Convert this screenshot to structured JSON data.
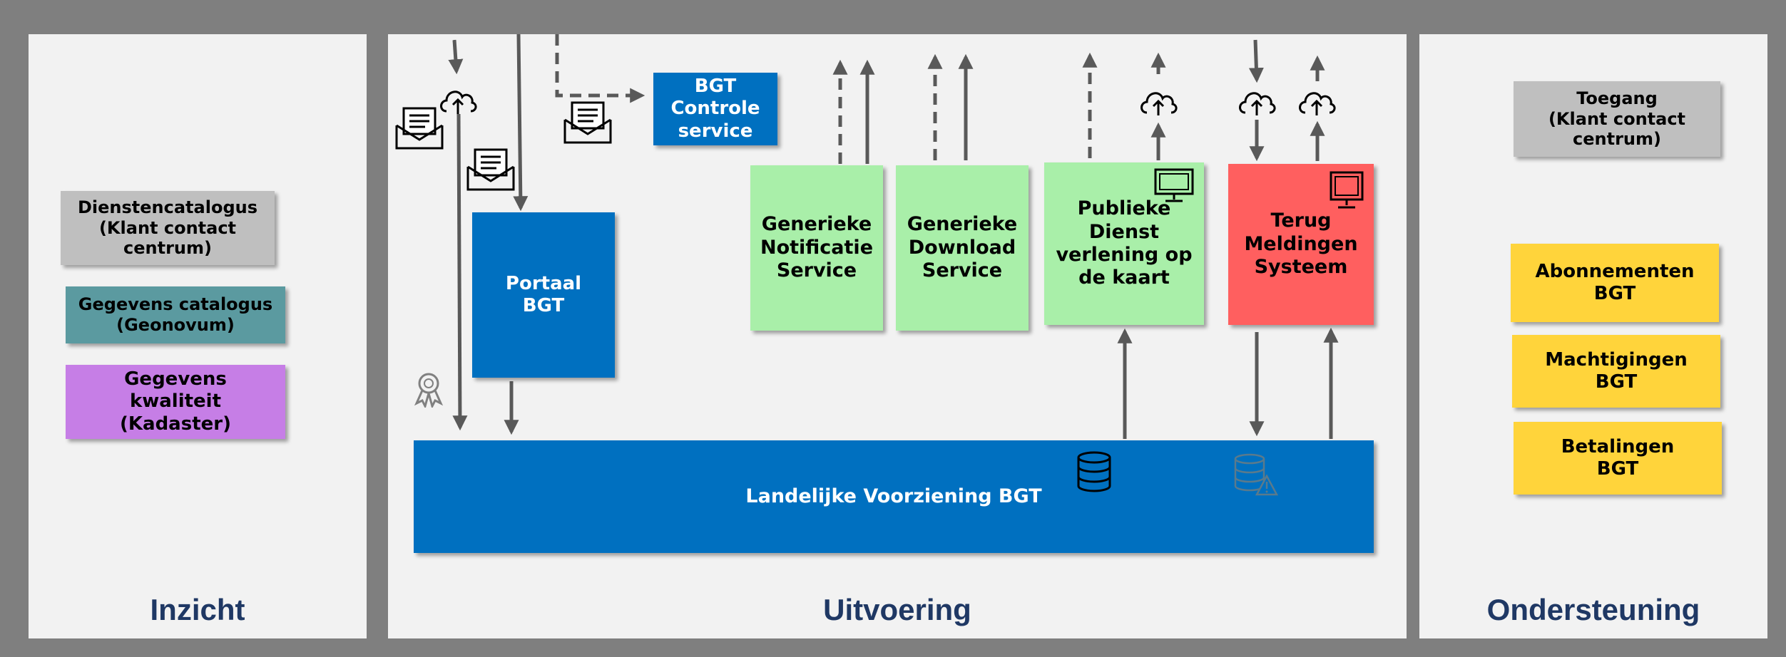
{
  "panels": {
    "inzicht": "Inzicht",
    "uitvoering": "Uitvoering",
    "ondersteuning": "Ondersteuning"
  },
  "inzicht": {
    "dienstencatalogus": "Dienstencatalogus\n(Klant contact\ncentrum)",
    "gegevens_catalogus": "Gegevens catalogus\n(Geonovum)",
    "gegevens_kwaliteit": "Gegevens\nkwaliteit\n(Kadaster)"
  },
  "uitvoering": {
    "controle_service": "BGT\nControle\nservice",
    "portaal": "Portaal\nBGT",
    "notificatie": "Generieke\nNotificatie\nService",
    "download": "Generieke\nDownload\nService",
    "publieke_dienst": "Publieke\nDienst\nverlening op\nde kaart",
    "terugmeldingen": "Terug\nMeldingen\nSysteem",
    "landelijke_voorziening": "Landelijke Voorziening BGT"
  },
  "ondersteuning": {
    "toegang": "Toegang\n(Klant contact\ncentrum)",
    "abonnementen": "Abonnementen\nBGT",
    "machtigingen": "Machtigingen\nBGT",
    "betalingen": "Betalingen\nBGT"
  },
  "colors": {
    "frame": "#7f7f7f",
    "panel": "#f2f2f2",
    "title": "#1f3864",
    "blue": "#0070c0",
    "green": "#a9efa9",
    "red": "#ff5f5f",
    "yellow": "#ffd43b",
    "grey": "#bfbfbf",
    "teal": "#5b9aa0",
    "purple": "#c67ee6",
    "arrow": "#595959"
  }
}
